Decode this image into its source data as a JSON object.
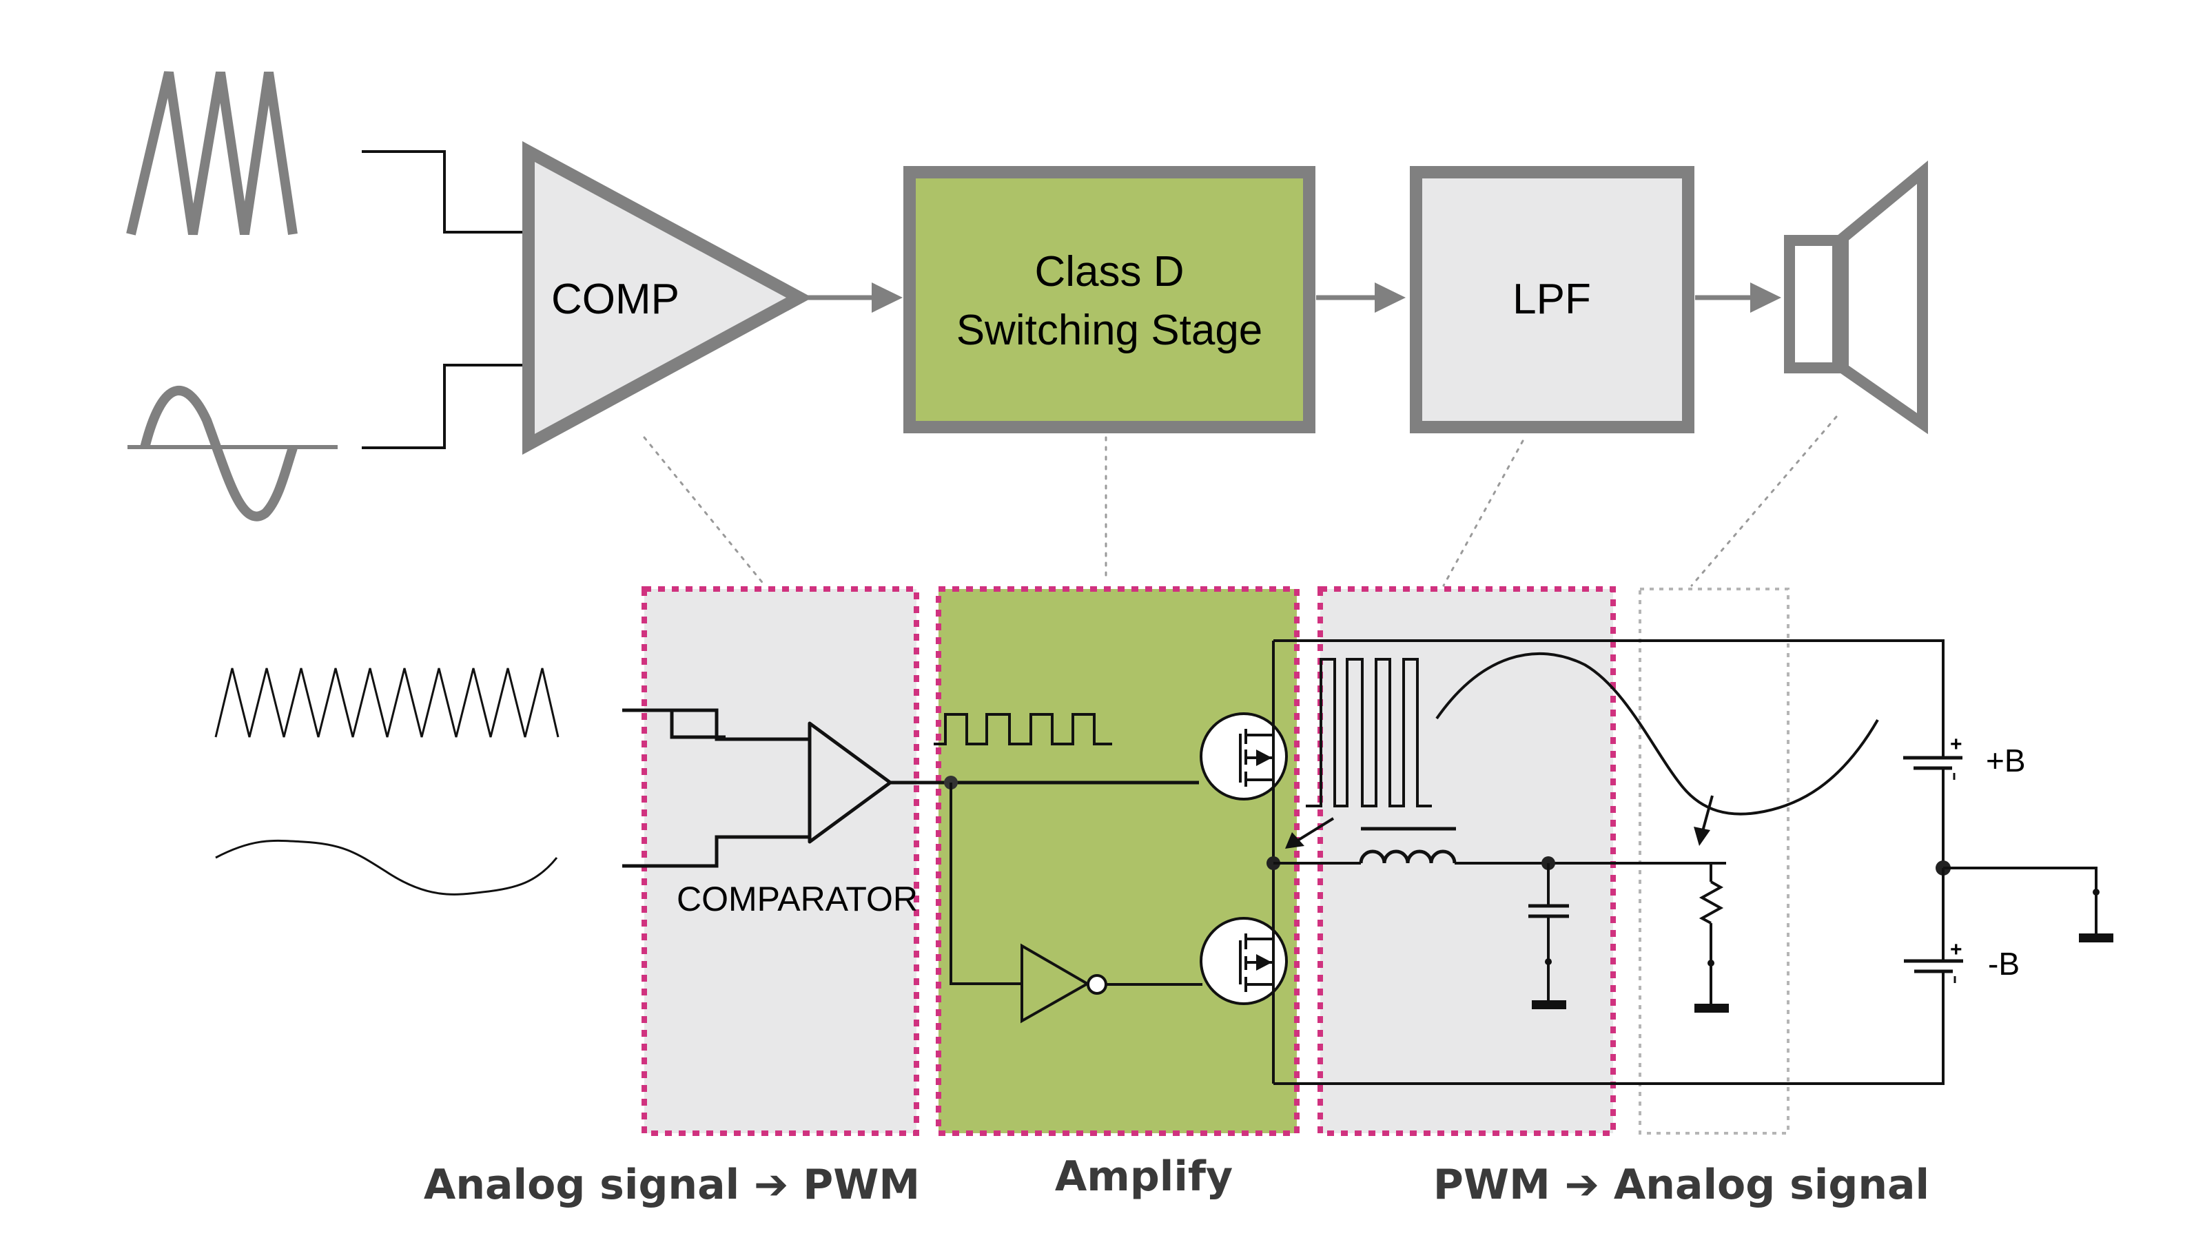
{
  "top_chain": {
    "comparator_label": "COMP",
    "switching_stage_label_line1": "Class D",
    "switching_stage_label_line2": "Switching Stage",
    "filter_label": "LPF",
    "inputs": [
      "triangle-wave",
      "sine-wave"
    ],
    "output": "speaker"
  },
  "circuit": {
    "comparator_label": "COMPARATOR",
    "supply_positive_label": "+B",
    "supply_negative_label": "-B",
    "battery_plus_sign": "+",
    "battery_minus_sign": "-",
    "components": [
      "comparator",
      "inverter",
      "high-side-mosfet",
      "low-side-mosfet",
      "inductor",
      "capacitor",
      "load-resistor",
      "ground",
      "battery-positive",
      "battery-negative"
    ]
  },
  "captions": {
    "stage1": "Analog signal ➔ PWM",
    "stage2": "Amplify",
    "stage3": "PWM ➔ Analog signal"
  },
  "colors": {
    "switching_stage_fill": "#adc268",
    "block_fill": "#e8e8e9",
    "block_border": "#808080",
    "frame_accent": "#d0327f"
  }
}
